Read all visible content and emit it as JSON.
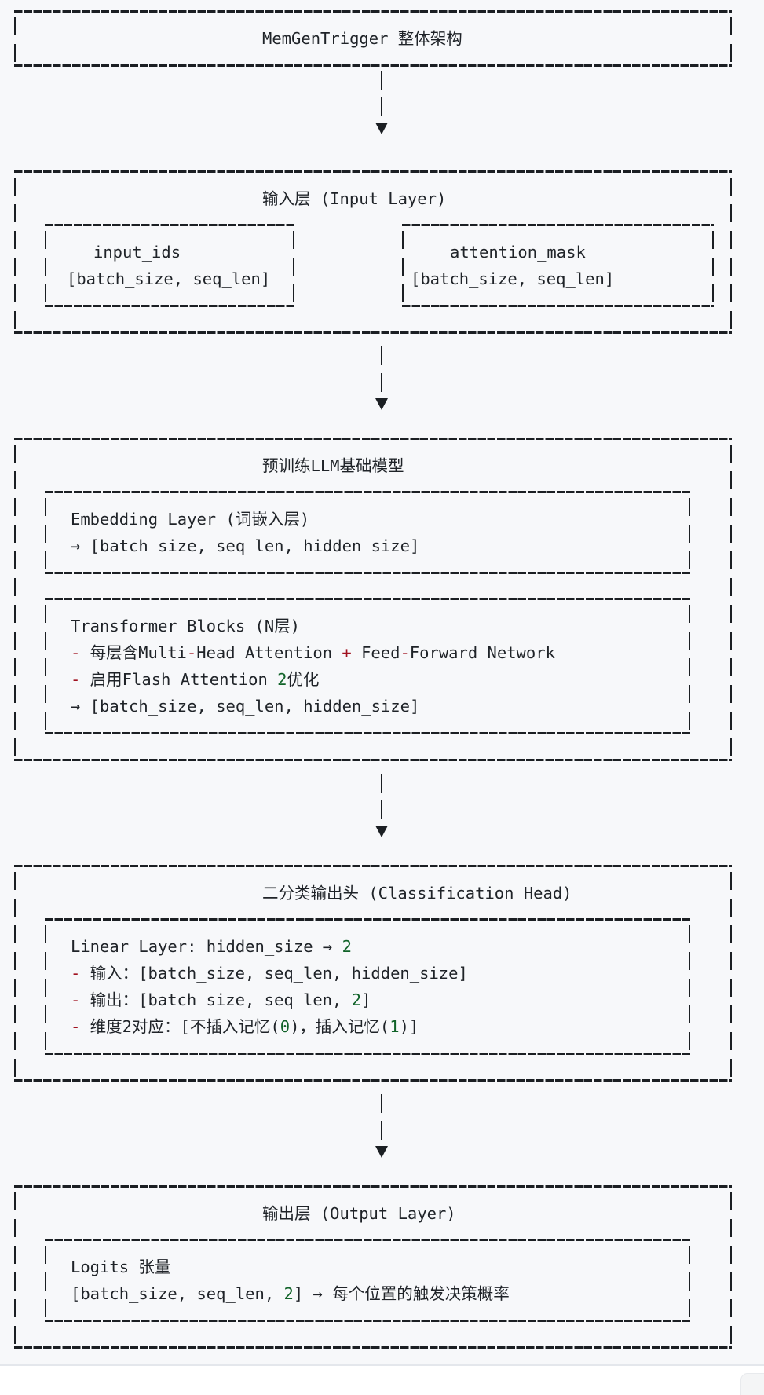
{
  "palette": {
    "page": "#ffffff",
    "code": "#f7f8fa",
    "border": "#1b1f23",
    "text": "#1f2328",
    "red": "#a0111f",
    "green": "#116329",
    "divider": "#e4e7ec",
    "widget_bg": "#f4f5f6",
    "widget_border": "#e8eaed"
  },
  "diagram": {
    "title": "MemGenTrigger 整体架构",
    "arrow_glyph": "▼",
    "input": {
      "title": "输入层 (Input Layer)",
      "input_ids": {
        "name": "input_ids",
        "shape": "[batch_size, seq_len]"
      },
      "attention_mask": {
        "name": "attention_mask",
        "shape": "[batch_size, seq_len]"
      }
    },
    "llm": {
      "title": "预训练LLM基础模型",
      "embedding": {
        "lines": [
          [
            {
              "t": "Embedding Layer (词嵌入层)"
            }
          ],
          [
            {
              "t": "→ [batch_size, seq_len, hidden_size]"
            }
          ]
        ]
      },
      "transformer": {
        "lines": [
          [
            {
              "t": "Transformer Blocks (N层)"
            }
          ],
          [
            {
              "t": "-",
              "c": "red"
            },
            {
              "t": " 每层含Multi"
            },
            {
              "t": "-",
              "c": "red"
            },
            {
              "t": "Head Attention "
            },
            {
              "t": "+",
              "c": "red"
            },
            {
              "t": " Feed"
            },
            {
              "t": "-",
              "c": "red"
            },
            {
              "t": "Forward Network"
            }
          ],
          [
            {
              "t": "-",
              "c": "red"
            },
            {
              "t": " 启用Flash Attention "
            },
            {
              "t": "2",
              "c": "green"
            },
            {
              "t": "优化"
            }
          ],
          [
            {
              "t": "→ [batch_size, seq_len, hidden_size]"
            }
          ]
        ]
      }
    },
    "head": {
      "title": "二分类输出头 (Classification Head)",
      "lines": [
        [
          {
            "t": "Linear Layer: hidden_size → "
          },
          {
            "t": "2",
            "c": "green"
          }
        ],
        [
          {
            "t": "-",
            "c": "red"
          },
          {
            "t": " 输入："
          },
          {
            "t": "[batch_size, seq_len, hidden_size]"
          }
        ],
        [
          {
            "t": "-",
            "c": "red"
          },
          {
            "t": " 输出："
          },
          {
            "t": "[batch_size, seq_len, "
          },
          {
            "t": "2",
            "c": "green"
          },
          {
            "t": "]"
          }
        ],
        [
          {
            "t": "-",
            "c": "red"
          },
          {
            "t": " 维度2对应："
          },
          {
            "t": "[不插入记忆("
          },
          {
            "t": "0",
            "c": "green"
          },
          {
            "t": ")，插入记忆("
          },
          {
            "t": "1",
            "c": "green"
          },
          {
            "t": ")]"
          }
        ]
      ]
    },
    "output": {
      "title": "输出层 (Output Layer)",
      "lines": [
        [
          {
            "t": "Logits 张量"
          }
        ],
        [
          {
            "t": "[batch_size, seq_len, "
          },
          {
            "t": "2",
            "c": "green"
          },
          {
            "t": "] → 每个位置的触发决策概率"
          }
        ]
      ]
    }
  }
}
